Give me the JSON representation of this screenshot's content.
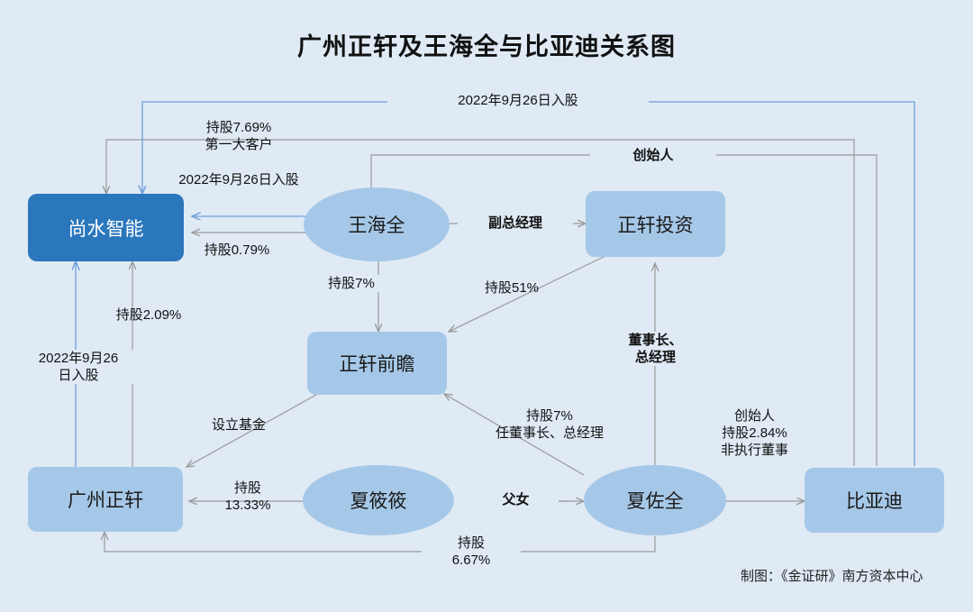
{
  "title": "广州正轩及王海全与比亚迪关系图",
  "credit": "制图：《金证研》南方资本中心",
  "colors": {
    "background": "#dfeaf5",
    "node_light": "#a6c8e8",
    "node_dark": "#2b77bc",
    "edge_gray": "#9a9a9a",
    "edge_blue": "#6f9fd8",
    "text": "#111111"
  },
  "nodes": [
    {
      "id": "shangshui",
      "label": "尚水智能",
      "shape": "rect",
      "style": "dark"
    },
    {
      "id": "wanghaiquan",
      "label": "王海全",
      "shape": "ellipse",
      "style": "light"
    },
    {
      "id": "zxtouzi",
      "label": "正轩投资",
      "shape": "rect",
      "style": "light"
    },
    {
      "id": "zxqianzhan",
      "label": "正轩前瞻",
      "shape": "rect",
      "style": "light"
    },
    {
      "id": "gzzhengxuan",
      "label": "广州正轩",
      "shape": "rect",
      "style": "light"
    },
    {
      "id": "xiaxiaoxiao",
      "label": "夏筱筱",
      "shape": "ellipse",
      "style": "light"
    },
    {
      "id": "xiazuoquan",
      "label": "夏佐全",
      "shape": "ellipse",
      "style": "light"
    },
    {
      "id": "byd",
      "label": "比亚迪",
      "shape": "rect",
      "style": "light"
    }
  ],
  "edge_labels": [
    {
      "id": "l-top-entry",
      "text": "2022年9月26日入股"
    },
    {
      "id": "l-hold769",
      "text": "持股7.69%\n第一大客户"
    },
    {
      "id": "l-entry-2",
      "text": "2022年9月26日入股"
    },
    {
      "id": "l-founder-top",
      "text": "创始人"
    },
    {
      "id": "l-vicegm",
      "text": "副总经理"
    },
    {
      "id": "l-hold079",
      "text": "持股0.79%"
    },
    {
      "id": "l-hold7",
      "text": "持股7%"
    },
    {
      "id": "l-hold51",
      "text": "持股51%"
    },
    {
      "id": "l-hold209",
      "text": "持股2.09%"
    },
    {
      "id": "l-entry-left",
      "text": "2022年9月26\n日入股"
    },
    {
      "id": "l-chairman-gm",
      "text": "董事长、\n总经理"
    },
    {
      "id": "l-setup-fund",
      "text": "设立基金"
    },
    {
      "id": "l-hold7-chair",
      "text": "持股7%\n任董事长、总经理"
    },
    {
      "id": "l-founder-byd",
      "text": "创始人\n持股2.84%\n非执行董事"
    },
    {
      "id": "l-hold1333",
      "text": "持股\n13.33%"
    },
    {
      "id": "l-father-daughter",
      "text": "父女"
    },
    {
      "id": "l-hold667",
      "text": "持股\n6.67%"
    }
  ]
}
